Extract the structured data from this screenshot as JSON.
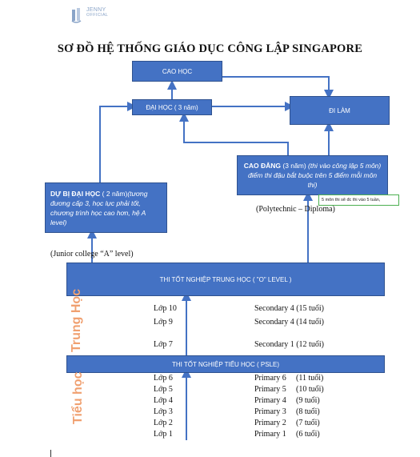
{
  "logo": {
    "brand": "JENNY",
    "sub": "OFFICIAL"
  },
  "title": "SƠ ĐỒ HỆ THỐNG GIÁO DỤC CÔNG LẬP SINGAPORE",
  "boxes": {
    "cao_hoc": "CAO HỌC",
    "dai_hoc": "ĐẠI HỌC ( 3 năm)",
    "di_lam": "ĐI LÀM",
    "cao_dang_bold": "CAO ĐẲNG",
    "cao_dang_plain": " (3 năm) ",
    "cao_dang_italic": "(thi vào công lập 5 môn) điểm thi đậu bắt buộc trên 5 điểm mỗi môn thi)",
    "du_bi_bold": "DỰ BỊ ĐẠI HỌC",
    "du_bi_plain": " ( 2 năm)",
    "du_bi_italic": "(tương đương cấp 3,  học lực phải tốt, chương trình học cao hơn, hệ A level)",
    "thi_o_level": "THI TỐT NGHIỆP TRUNG HỌC ( \"O\" LEVEL )",
    "thi_psle": "THI TỐT NGHIỆP TIỂU HỌC ( PSLE)"
  },
  "captions": {
    "polytechnic": "(Polytechnic – Diploma)",
    "junior_college": "(Junior college “A” level)"
  },
  "note": "5 môn thi sẽ đc thi vào 5 tuần,",
  "side_labels": {
    "trung_hoc": "Trung Học",
    "tieu_hoc": "Tiểu học"
  },
  "secondary_rows": [
    {
      "lop": "Lớp 10",
      "level": "Secondary 4 (15 tuổi)"
    },
    {
      "lop": "Lớp 9",
      "level": "Secondary 4 (14 tuổi)"
    },
    {
      "lop": "Lớp 7",
      "level": "Secondary 1 (12 tuổi)"
    }
  ],
  "primary_rows": [
    {
      "lop": "Lớp 6",
      "level": "Primary 6",
      "age": "(11 tuổi)"
    },
    {
      "lop": "Lớp 5",
      "level": "Primary 5",
      "age": "(10 tuổi)"
    },
    {
      "lop": "Lớp 4",
      "level": "Primary 4",
      "age": "(9 tuổi)"
    },
    {
      "lop": "Lớp 3",
      "level": "Primary 3",
      "age": "(8 tuổi)"
    },
    {
      "lop": "Lớp 2",
      "level": "Primary 2",
      "age": "(7 tuổi)"
    },
    {
      "lop": "Lớp 1",
      "level": "Primary 1",
      "age": "(6 tuổi)"
    }
  ],
  "colors": {
    "box": "#4472c4",
    "box_border": "#2f528f",
    "side_label": "#f0a070",
    "note_border": "#4caf50"
  }
}
